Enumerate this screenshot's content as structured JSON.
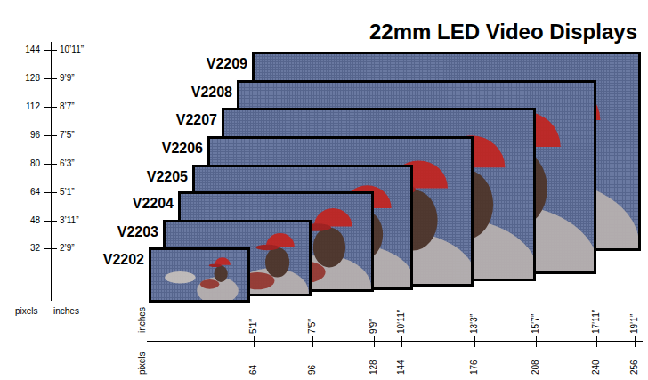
{
  "diagram": {
    "title": "22mm LED Video Displays",
    "nodes": [
      {
        "text": [
          "V2209"
        ]
      },
      {
        "text": [
          "V2208"
        ]
      },
      {
        "text": [
          "V2207"
        ]
      },
      {
        "text": [
          "V2206"
        ]
      },
      {
        "text": [
          "V2205"
        ]
      },
      {
        "text": [
          "V2204"
        ]
      },
      {
        "text": [
          "V2203"
        ]
      },
      {
        "text": [
          "V2202"
        ]
      }
    ],
    "labels": [
      "144",
      "10’11”",
      "128",
      "9’9”",
      "112",
      "8’7”",
      "96",
      "7’5”",
      "80",
      "6’3”",
      "64",
      "5’1”",
      "48",
      "3’11”",
      "32",
      "2’9”",
      "pixels",
      "inches",
      "inches",
      "pixels",
      "5’1”",
      "64",
      "7’5”",
      "96",
      "9’9”",
      "128",
      "10’11”",
      "144",
      "13’3”",
      "176",
      "15’7”",
      "208",
      "17’11”",
      "240",
      "19’1”",
      "256"
    ]
  }
}
